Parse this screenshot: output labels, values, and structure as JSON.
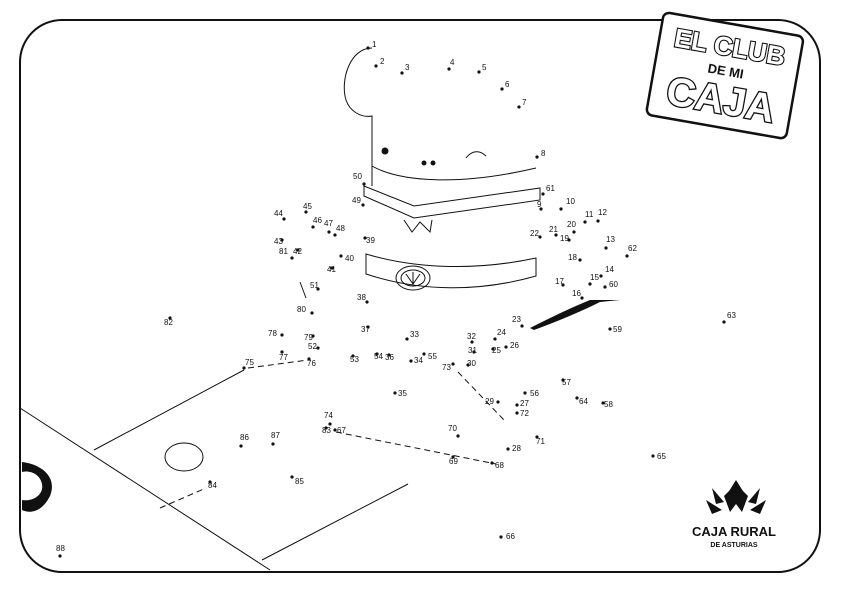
{
  "badge": {
    "line1": "EL CLUB",
    "line2": "DE MI",
    "line3": "CAJA"
  },
  "brand": {
    "name": "CAJA RURAL",
    "sub": "DE ASTURIAS",
    "icon": "wheat-sheaf-icon"
  },
  "colors": {
    "ink": "#111111",
    "paper": "#ffffff"
  },
  "dots": [
    {
      "n": "1"
    },
    {
      "n": "2"
    },
    {
      "n": "3"
    },
    {
      "n": "4"
    },
    {
      "n": "5"
    },
    {
      "n": "6"
    },
    {
      "n": "7"
    },
    {
      "n": "8"
    },
    {
      "n": "9"
    },
    {
      "n": "10"
    },
    {
      "n": "11"
    },
    {
      "n": "12"
    },
    {
      "n": "13"
    },
    {
      "n": "14"
    },
    {
      "n": "15"
    },
    {
      "n": "16"
    },
    {
      "n": "17"
    },
    {
      "n": "18"
    },
    {
      "n": "19"
    },
    {
      "n": "20"
    },
    {
      "n": "21"
    },
    {
      "n": "22"
    },
    {
      "n": "23"
    },
    {
      "n": "24"
    },
    {
      "n": "25"
    },
    {
      "n": "26"
    },
    {
      "n": "27"
    },
    {
      "n": "28"
    },
    {
      "n": "29"
    },
    {
      "n": "30"
    },
    {
      "n": "31"
    },
    {
      "n": "32"
    },
    {
      "n": "33"
    },
    {
      "n": "34"
    },
    {
      "n": "35"
    },
    {
      "n": "36"
    },
    {
      "n": "37"
    },
    {
      "n": "38"
    },
    {
      "n": "39"
    },
    {
      "n": "40"
    },
    {
      "n": "41"
    },
    {
      "n": "42"
    },
    {
      "n": "43"
    },
    {
      "n": "44"
    },
    {
      "n": "45"
    },
    {
      "n": "46"
    },
    {
      "n": "47"
    },
    {
      "n": "48"
    },
    {
      "n": "49"
    },
    {
      "n": "50"
    },
    {
      "n": "51"
    },
    {
      "n": "52"
    },
    {
      "n": "53"
    },
    {
      "n": "54"
    },
    {
      "n": "55"
    },
    {
      "n": "56"
    },
    {
      "n": "57"
    },
    {
      "n": "58"
    },
    {
      "n": "59"
    },
    {
      "n": "60"
    },
    {
      "n": "61"
    },
    {
      "n": "62"
    },
    {
      "n": "63"
    },
    {
      "n": "64"
    },
    {
      "n": "65"
    },
    {
      "n": "66"
    },
    {
      "n": "67"
    },
    {
      "n": "68"
    },
    {
      "n": "69"
    },
    {
      "n": "70"
    },
    {
      "n": "71"
    },
    {
      "n": "72"
    },
    {
      "n": "73"
    },
    {
      "n": "74"
    },
    {
      "n": "75"
    },
    {
      "n": "76"
    },
    {
      "n": "77"
    },
    {
      "n": "78"
    },
    {
      "n": "79"
    },
    {
      "n": "80"
    },
    {
      "n": "81"
    },
    {
      "n": "82"
    },
    {
      "n": "83"
    },
    {
      "n": "84"
    },
    {
      "n": "85"
    },
    {
      "n": "86"
    },
    {
      "n": "87"
    },
    {
      "n": "88"
    }
  ]
}
